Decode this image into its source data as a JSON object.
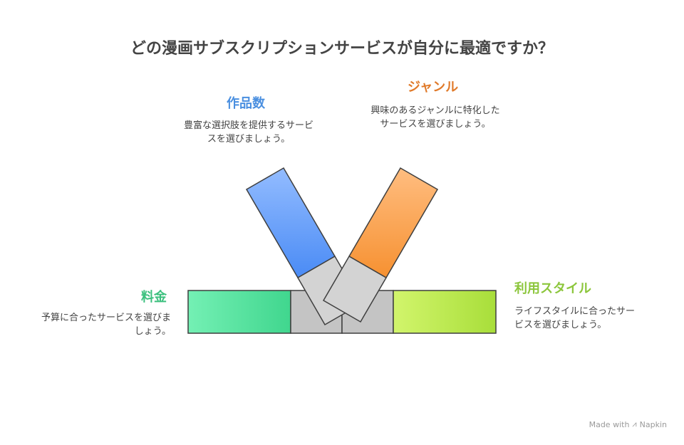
{
  "title": "どの漫画サブスクリプションサービスが自分に最適ですか？",
  "items": {
    "works": {
      "heading": "作品数",
      "description": "豊富な選択肢を提供するサービスを選びましょう。",
      "color": "#4a8fe0"
    },
    "genre": {
      "heading": "ジャンル",
      "description": "興味のあるジャンルに特化したサービスを選びましょう。",
      "color": "#e07a2a"
    },
    "price": {
      "heading": "料金",
      "description": "予算に合ったサービスを選びましょう。",
      "color": "#3cc07e"
    },
    "style": {
      "heading": "利用スタイル",
      "description": "ライフスタイルに合ったサービスを選びましょう。",
      "color": "#8cc63c"
    }
  },
  "footer": {
    "made_with": "Made with",
    "brand": "Napkin"
  }
}
